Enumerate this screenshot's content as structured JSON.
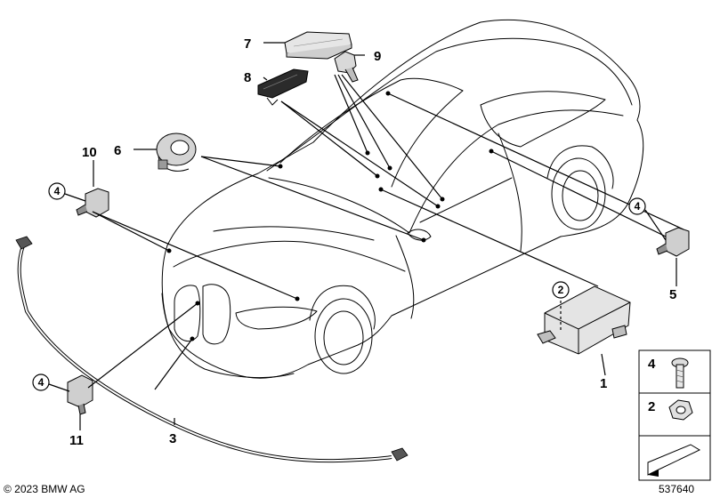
{
  "labels": {
    "l1": "1",
    "l2": "2",
    "l3": "3",
    "l4": "4",
    "l5": "5",
    "l6": "6",
    "l7": "7",
    "l8": "8",
    "l9": "9",
    "l10": "10",
    "l11": "11"
  },
  "legend": {
    "screw_number": "4",
    "nut_number": "2"
  },
  "footer": {
    "copyright": "© 2023 BMW AG",
    "diagram_number": "537640"
  },
  "colors": {
    "line": "#000000",
    "part_dark": "#2b2b2b",
    "part_light": "#e6e6e6"
  }
}
